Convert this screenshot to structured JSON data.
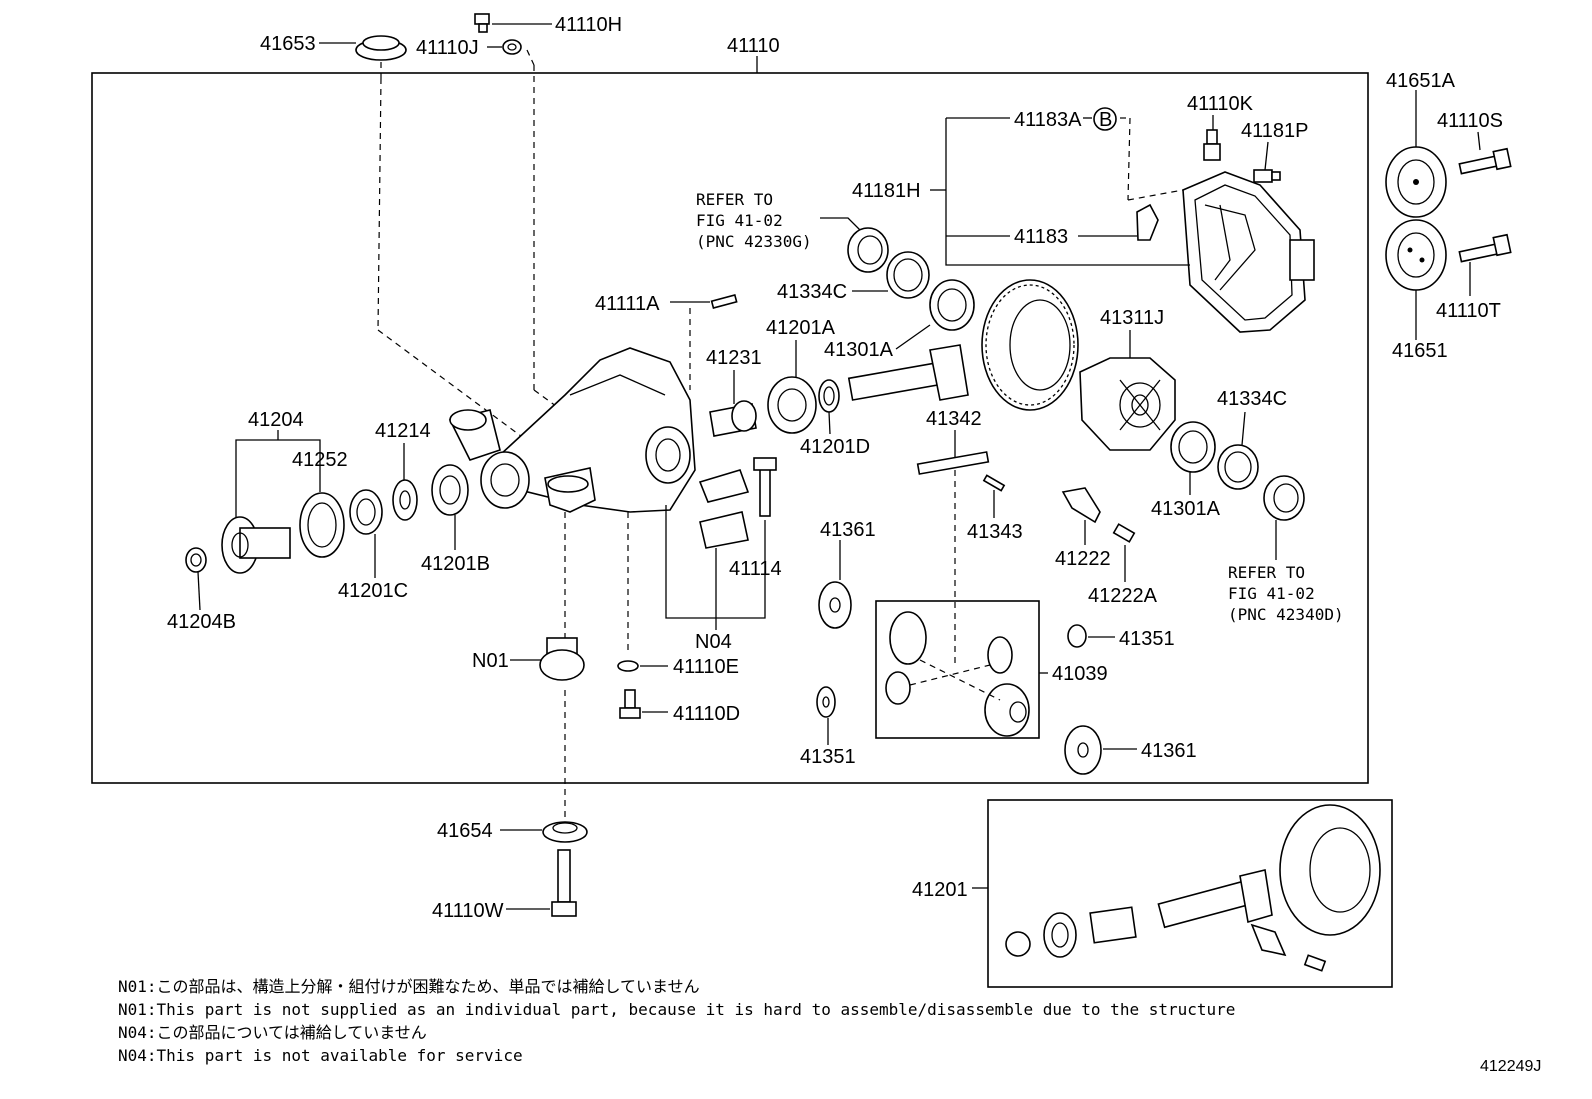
{
  "labels": {
    "p41653": "41653",
    "p41110H": "41110H",
    "p41110J": "41110J",
    "p41110": "41110",
    "p41651A": "41651A",
    "p41110S": "41110S",
    "p41110T": "41110T",
    "p41651": "41651",
    "p41110K": "41110K",
    "p41181P": "41181P",
    "p41183A": "41183A",
    "p41181H": "41181H",
    "p41183": "41183",
    "p41334C_a": "41334C",
    "p41111A": "41111A",
    "p41201A": "41201A",
    "p41301A_a": "41301A",
    "p41311J": "41311J",
    "p41231": "41231",
    "p41201D": "41201D",
    "p41204": "41204",
    "p41252": "41252",
    "p41214": "41214",
    "p41201C": "41201C",
    "p41201B": "41201B",
    "p41204B": "41204B",
    "p41114": "41114",
    "N04": "N04",
    "N01": "N01",
    "p41110E": "41110E",
    "p41110D": "41110D",
    "p41342": "41342",
    "p41343": "41343",
    "p41361_a": "41361",
    "p41222": "41222",
    "p41222A": "41222A",
    "p41334C_b": "41334C",
    "p41301A_b": "41301A",
    "p41351_a": "41351",
    "p41039": "41039",
    "p41351_b": "41351",
    "p41361_b": "41361",
    "p41654": "41654",
    "p41110W": "41110W",
    "p41201": "41201",
    "circleB": "B"
  },
  "refs": {
    "ref1": [
      "REFER TO",
      "FIG 41-02",
      "(PNC 42330G)"
    ],
    "ref2": [
      "REFER TO",
      "FIG 41-02",
      "(PNC 42340D)"
    ]
  },
  "notes": [
    "N01:この部品は、構造上分解・組付けが困難なため、単品では補給していません",
    "N01:This part is not supplied as an individual part, because it is hard to assemble/disassemble due to the structure",
    "N04:この部品については補給していません",
    "N04:This part is not available for service"
  ],
  "figure_number": "412249J"
}
